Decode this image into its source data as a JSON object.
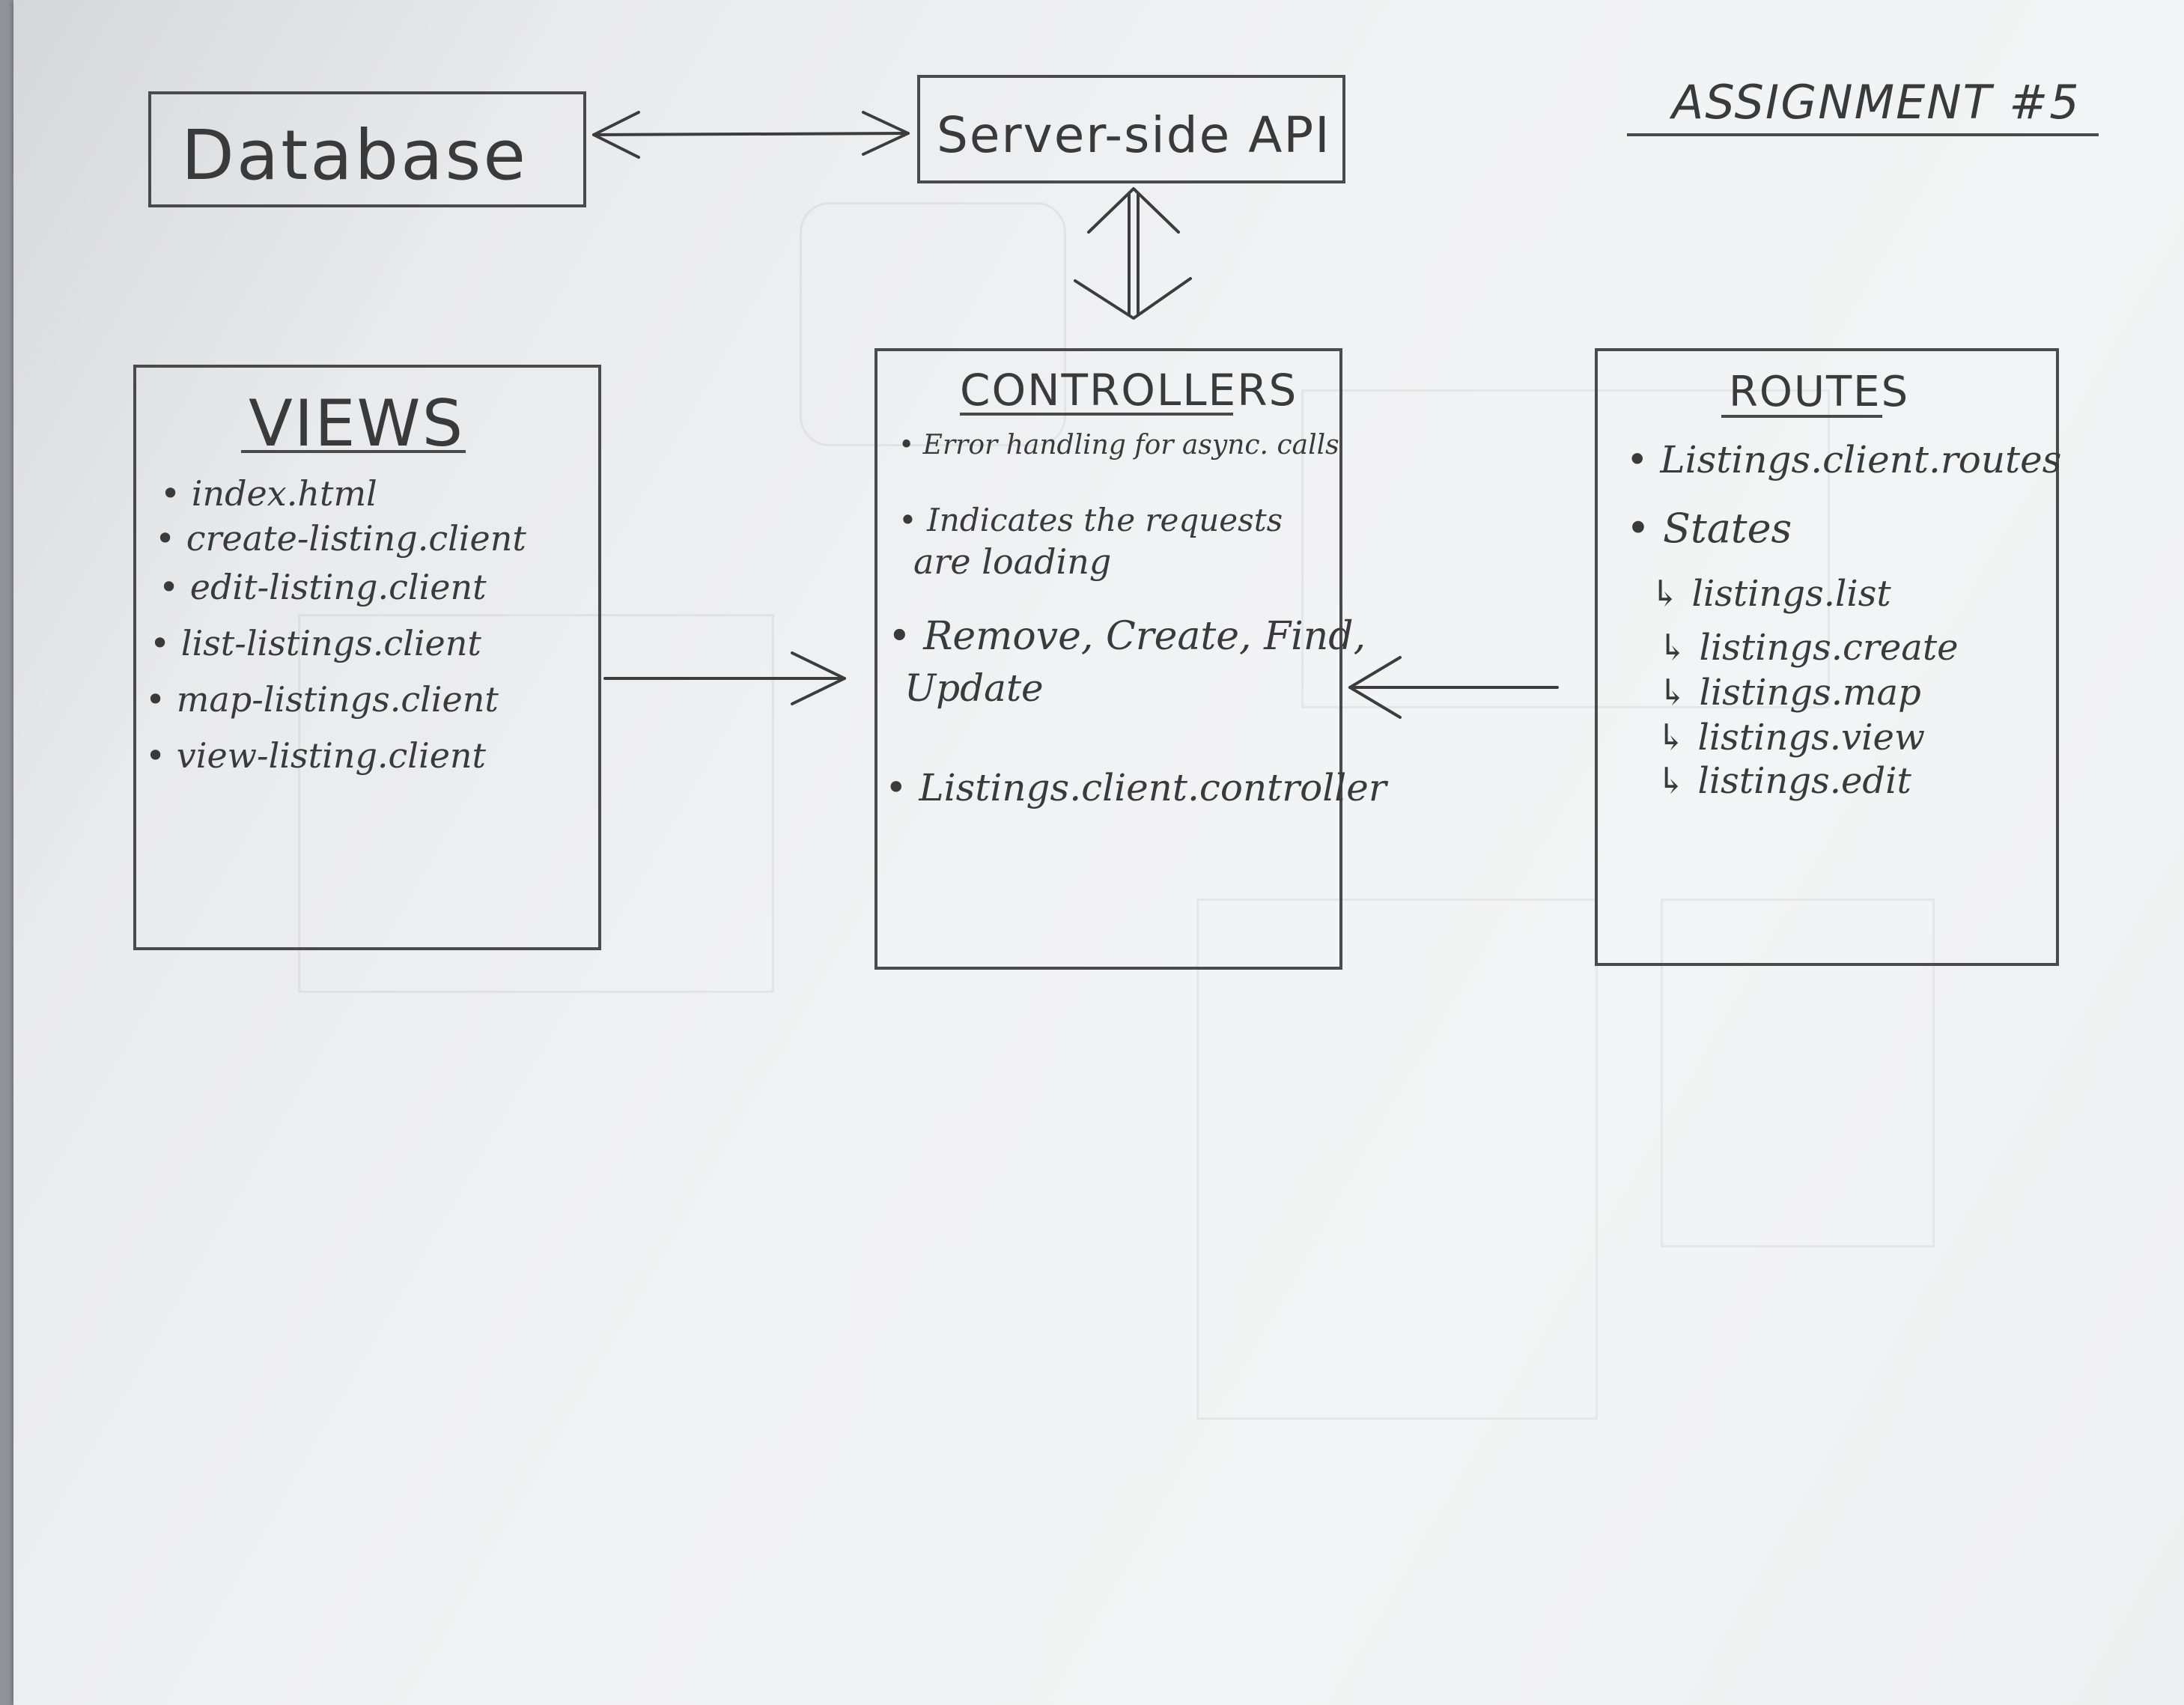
{
  "assignment_label": "ASSIGNMENT #5",
  "database": {
    "label": "Database"
  },
  "server_api": {
    "label": "Server-side API"
  },
  "views": {
    "title": "VIEWS",
    "items": [
      "• index.html",
      "• create-listing.client",
      "• edit-listing.client",
      "• list-listings.client",
      "• map-listings.client",
      "• view-listing.client"
    ]
  },
  "controllers": {
    "title": "CONTROLLERS",
    "items": [
      "• Error handling for async. calls",
      "• Indicates the requests",
      "are loading",
      "• Remove, Create, Find,",
      "Update",
      "• Listings.client.controller"
    ]
  },
  "routes": {
    "title": "ROUTES",
    "items": [
      "• Listings.client.routes",
      "• States",
      "↳ listings.list",
      "↳ listings.create",
      "↳ listings.map",
      "↳ listings.view",
      "↳ listings.edit"
    ]
  }
}
